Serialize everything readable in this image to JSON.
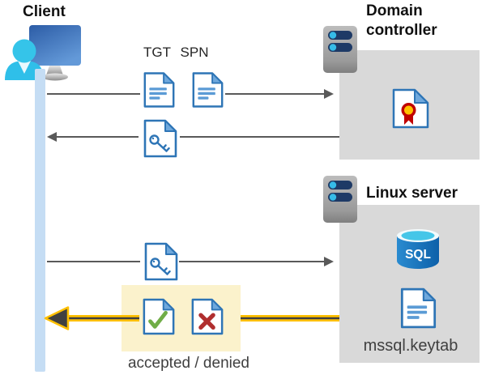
{
  "client": {
    "label": "Client"
  },
  "domain_controller": {
    "label": "Domain controller"
  },
  "linux_server": {
    "label": "Linux server",
    "sql_label": "SQL",
    "keytab_label": "mssql.keytab"
  },
  "messages": {
    "tgt_label": "TGT",
    "spn_label": "SPN",
    "result_label": "accepted / denied"
  },
  "icons": {
    "client": "person-monitor-icon",
    "servers": "server-icon",
    "ticket_documents": "document-file-icon",
    "key_tickets": "key-file-icon",
    "certificate": "certificate-file-icon",
    "database": "sql-database-icon",
    "keytab_file": "document-file-icon",
    "accepted": "check-file-icon",
    "denied": "cross-file-icon"
  },
  "colors": {
    "document_blue": "#2E75B6",
    "document_line_blue": "#5B9BD5",
    "arrow_gray": "#595959",
    "highlight_yellow_fill": "#FBF2CC",
    "highlight_arrow_gold": "#FFC000",
    "server_box_gray": "#D9D9D9",
    "check_green": "#70AD47",
    "cross_red": "#B02E2E",
    "sql_blue": "#1173BC",
    "timeline_blue": "#C5DDF4",
    "server_pill_navy": "#1E3A66",
    "accent_cyan": "#36BCE8"
  }
}
